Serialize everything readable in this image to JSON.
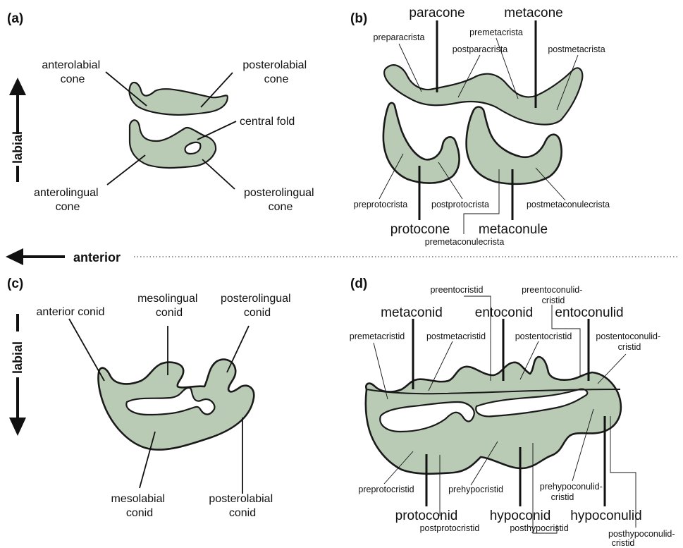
{
  "panels": {
    "a": {
      "label": "(a)",
      "anterolabial": [
        "anterolabial",
        "cone"
      ],
      "posterolabial": [
        "posterolabial",
        "cone"
      ],
      "central_fold": "central fold",
      "anterolingual": [
        "anterolingual",
        "cone"
      ],
      "posterolingual": [
        "posterolingual",
        "cone"
      ]
    },
    "b": {
      "label": "(b)",
      "paracone": "paracone",
      "metacone": "metacone",
      "preparacrista": "preparacrista",
      "premetacrista": "premetacrista",
      "postparacrista": "postparacrista",
      "postmetacrista": "postmetacrista",
      "preprotocrista": "preprotocrista",
      "postprotocrista": "postprotocrista",
      "postmetaconulecrista": "postmetaconulecrista",
      "protocone": "protocone",
      "metaconule": "metaconule",
      "premetaconulecrista": "premetaconulecrista"
    },
    "c": {
      "label": "(c)",
      "anterior_conid": "anterior conid",
      "mesolingual": [
        "mesolingual",
        "conid"
      ],
      "posterolingual": [
        "posterolingual",
        "conid"
      ],
      "mesolabial": [
        "mesolabial",
        "conid"
      ],
      "posterolabial": [
        "posterolabial",
        "conid"
      ]
    },
    "d": {
      "label": "(d)",
      "preentocristid": "preentocristid",
      "preentoconulid_cristid": [
        "preentoconulid-",
        "cristid"
      ],
      "metaconid": "metaconid",
      "entoconid": "entoconid",
      "entoconulid": "entoconulid",
      "premetacristid": "premetacristid",
      "postmetacristid": "postmetacristid",
      "postentocristid": "postentocristid",
      "postentoconulid_cristid": [
        "postentoconulid-",
        "cristid"
      ],
      "preprotocristid": "preprotocristid",
      "prehypocristid": "prehypocristid",
      "prehypoconulid_cristid": [
        "prehypoconulid-",
        "cristid"
      ],
      "protoconid": "protoconid",
      "hypoconid": "hypoconid",
      "hypoconulid": "hypoconulid",
      "postprotocristid": "postprotocristid",
      "posthypocristid": "posthypocristid",
      "posthypoconulid_cristid": [
        "posthypoconulid-",
        "cristid"
      ]
    }
  },
  "axes": {
    "labial_top": "labial",
    "labial_bottom": "labial",
    "anterior": "anterior"
  },
  "colors": {
    "tooth_fill": "#b9cbb5",
    "outline": "#1a1a1a"
  }
}
